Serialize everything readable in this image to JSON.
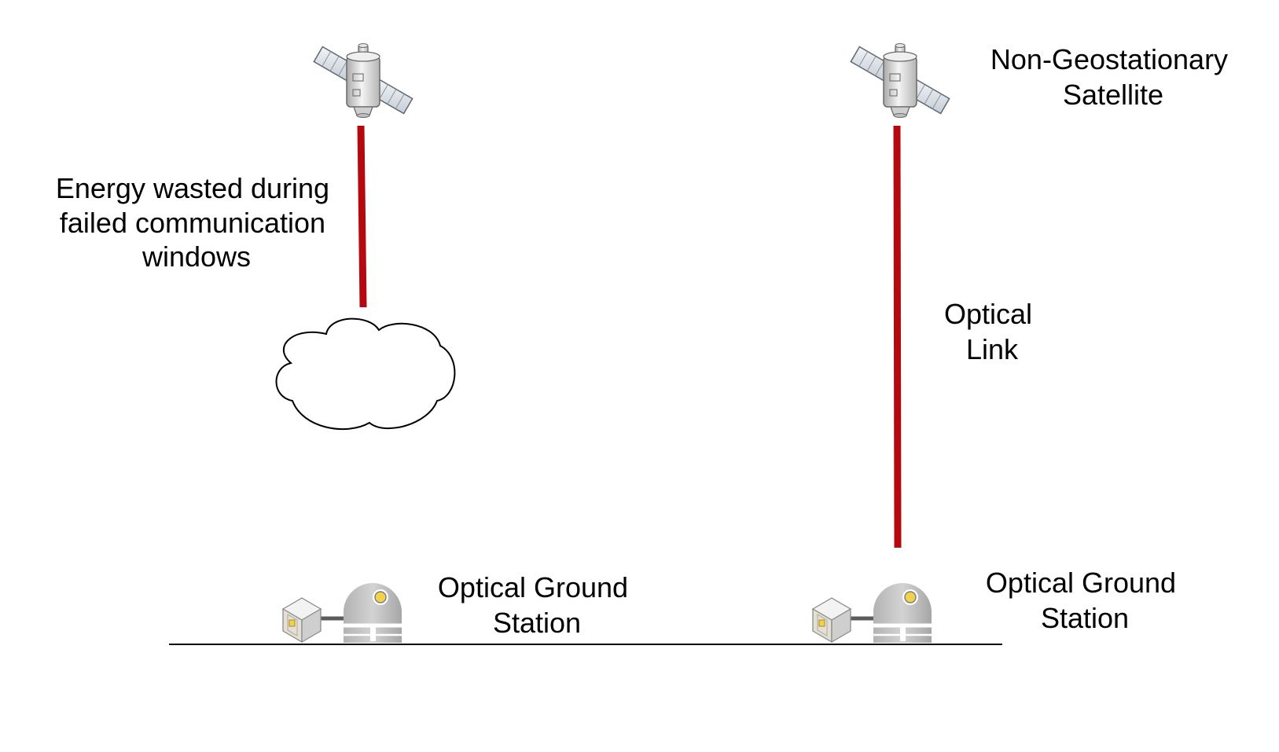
{
  "labels": {
    "satellite": [
      "Non-Geostationary",
      "Satellite"
    ],
    "energy_wasted": [
      "Energy wasted during",
      "failed communication",
      "windows"
    ],
    "optical_link": [
      "Optical",
      "Link"
    ],
    "ground_station_left": [
      "Optical Ground",
      "Station"
    ],
    "ground_station_right": [
      "Optical Ground",
      "Station"
    ]
  },
  "colors": {
    "link": "#b40a0f",
    "ground_line": "#000000",
    "dome": "#c4c4c4",
    "dome_shadow": "#9a9a9a",
    "lens": "#f2d24a",
    "panel": "#dfe4ea",
    "cloud_fill": "#ffffff",
    "cloud_stroke": "#000000"
  },
  "icons": {
    "satellite": "satellite-icon",
    "cloud": "cloud-icon",
    "observatory": "observatory-dome-icon",
    "equipment": "equipment-box-icon"
  }
}
